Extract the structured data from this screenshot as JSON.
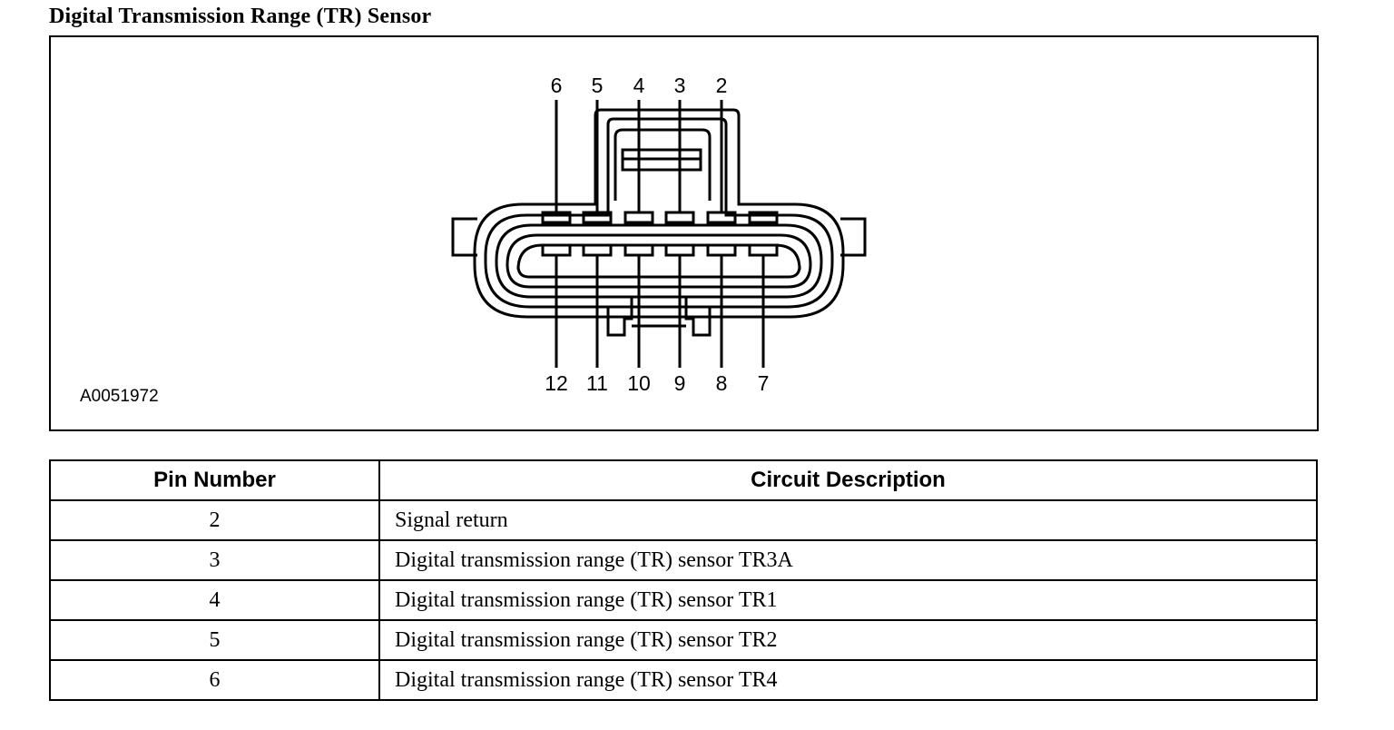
{
  "title": "Digital Transmission Range (TR) Sensor",
  "figure": {
    "code": "A0051972",
    "top_pins": [
      "6",
      "5",
      "4",
      "3",
      "2"
    ],
    "bottom_pins": [
      "12",
      "11",
      "10",
      "9",
      "8",
      "7"
    ]
  },
  "table": {
    "headers": [
      "Pin Number",
      "Circuit Description"
    ],
    "rows": [
      {
        "pin": "2",
        "desc": "Signal return"
      },
      {
        "pin": "3",
        "desc": "Digital transmission range (TR) sensor TR3A"
      },
      {
        "pin": "4",
        "desc": "Digital transmission range (TR) sensor TR1"
      },
      {
        "pin": "5",
        "desc": "Digital transmission range (TR) sensor TR2"
      },
      {
        "pin": "6",
        "desc": "Digital transmission range (TR) sensor TR4"
      }
    ]
  }
}
